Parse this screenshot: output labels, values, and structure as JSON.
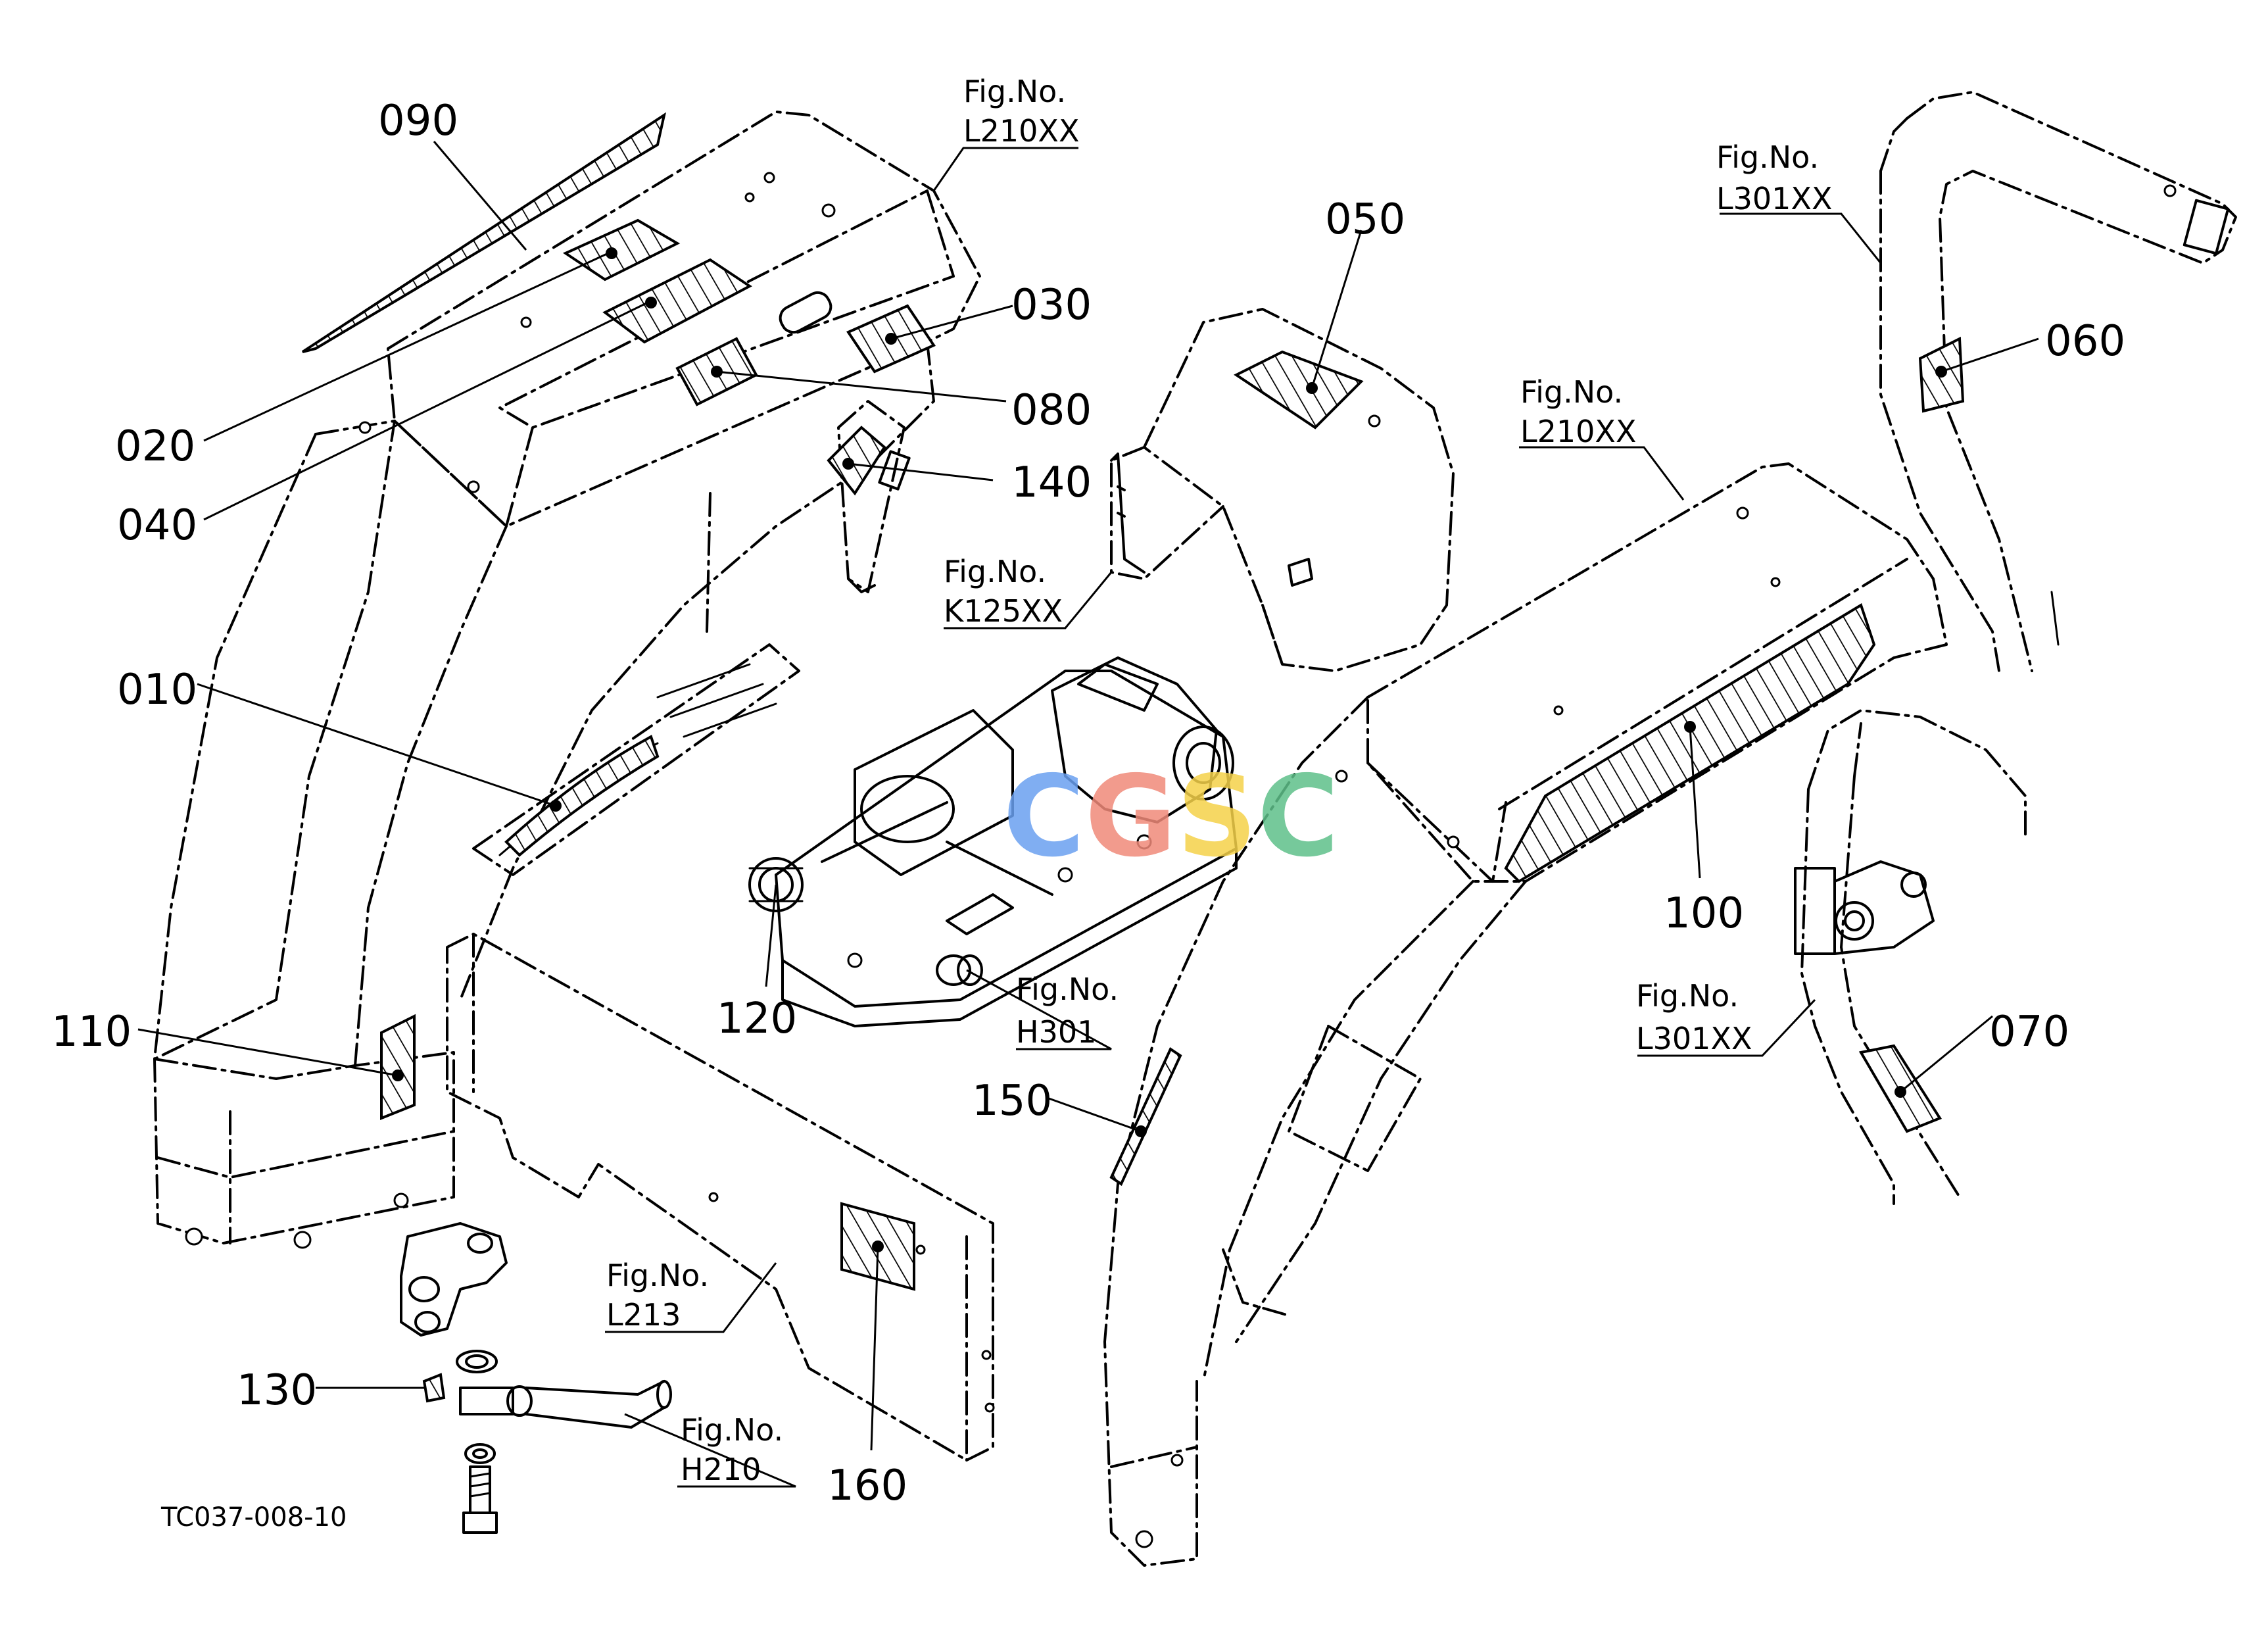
{
  "drawing_code": "TC037-008-10",
  "watermark": "CGSC",
  "callouts": {
    "c010": "010",
    "c020": "020",
    "c030": "030",
    "c040": "040",
    "c050": "050",
    "c060": "060",
    "c070": "070",
    "c080": "080",
    "c090": "090",
    "c100": "100",
    "c110": "110",
    "c120": "120",
    "c130": "130",
    "c140": "140",
    "c150": "150",
    "c160": "160"
  },
  "figure_refs": {
    "fig_label": "Fig.No.",
    "ref_l210_left": "L210XX",
    "ref_l301_top": "L301XX",
    "ref_l210_right": "L210XX",
    "ref_k125": "K125XX",
    "ref_h301": "H301",
    "ref_l301_right": "L301XX",
    "ref_l213": "L213",
    "ref_h210": "H210"
  },
  "colors": {
    "line": "#000000",
    "background": "#ffffff",
    "watermark_c1": "#6aa0f0",
    "watermark_g": "#f08a7a",
    "watermark_s": "#f5d24a",
    "watermark_c2": "#5fc08a"
  }
}
